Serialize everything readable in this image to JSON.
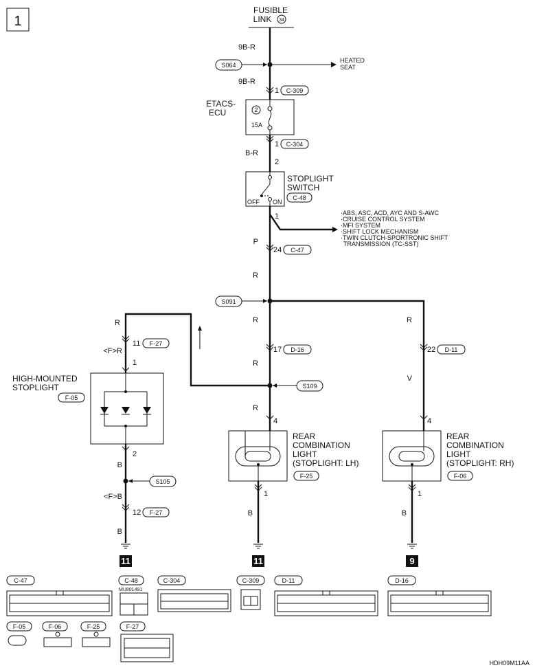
{
  "page_number": "1",
  "fusible_link": {
    "line1": "FUSIBLE",
    "line2": "LINK",
    "num": "34"
  },
  "wire_colors": {
    "w9br": "9B-R",
    "br": "B-R",
    "p": "P",
    "r": "R",
    "fr": "<F>R",
    "v": "V",
    "b": "B",
    "fb": "<F>B"
  },
  "splices": {
    "s064": "S064",
    "s091": "S091",
    "s109": "S109",
    "s105": "S105"
  },
  "heated_seat": {
    "line1": "HEATED",
    "line2": "SEAT"
  },
  "etacs": {
    "line1": "ETACS-",
    "line2": "ECU",
    "fuse_num": "2",
    "fuse_amp": "15A"
  },
  "stoplight_switch": {
    "line1": "STOPLIGHT",
    "line2": "SWITCH",
    "off": "OFF",
    "on": "ON"
  },
  "systems": [
    "·ABS, ASC, ACD, AYC AND S-AWC",
    "·CRUISE CONTROL SYSTEM",
    "·MFI SYSTEM",
    "·SHIFT LOCK MECHANISM",
    "·TWIN CLUTCH-SPORTRONIC SHIFT",
    "TRANSMISSION (TC-SST)"
  ],
  "high_mounted": {
    "line1": "HIGH-MOUNTED",
    "line2": "STOPLIGHT"
  },
  "rear_lh": {
    "line1": "REAR",
    "line2": "COMBINATION",
    "line3": "LIGHT",
    "line4": "(STOPLIGHT: LH)"
  },
  "rear_rh": {
    "line1": "REAR",
    "line2": "COMBINATION",
    "line3": "LIGHT",
    "line4": "(STOPLIGHT: RH)"
  },
  "pins": {
    "p1a": "1",
    "p1b": "1",
    "p2a": "2",
    "p1c": "1",
    "p24": "24",
    "p11": "11",
    "p1d": "1",
    "p17": "17",
    "p22": "22",
    "p4a": "4",
    "p4b": "4",
    "p2b": "2",
    "p12": "12",
    "p1e": "1",
    "p1f": "1"
  },
  "connector_ids": {
    "c309": "C-309",
    "c304": "C-304",
    "c48": "C-48",
    "c47": "C-47",
    "f27": "F-27",
    "d16": "D-16",
    "d11": "D-11",
    "f05": "F-05",
    "f25": "F-25",
    "f06": "F-06"
  },
  "grounds": {
    "g1": "11",
    "g2": "11",
    "g3": "9"
  },
  "part_number": "MU801491",
  "figure_code": "HDH09M11AA"
}
